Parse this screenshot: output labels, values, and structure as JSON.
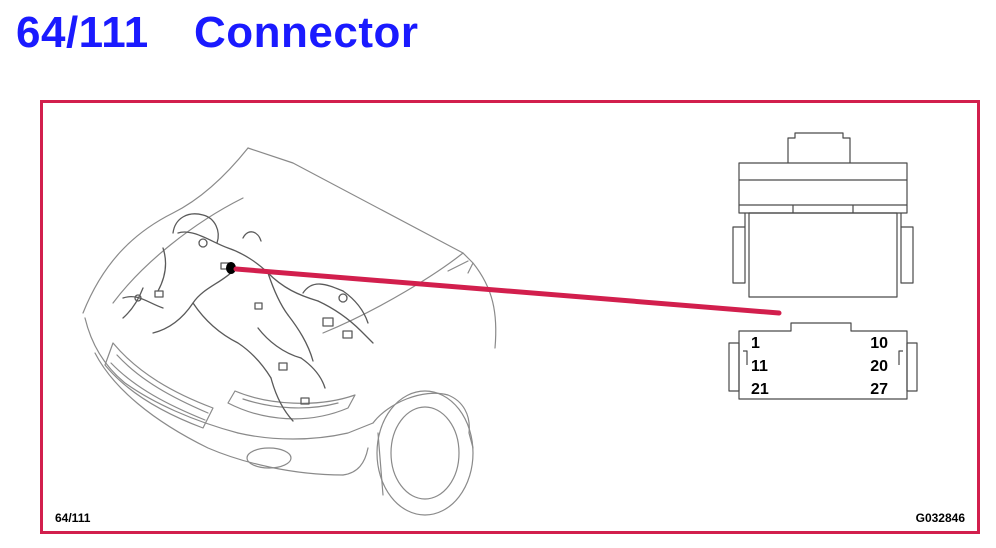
{
  "header": {
    "number": "64/111",
    "title": "Connector"
  },
  "diagram": {
    "ref_left": "64/111",
    "ref_right": "G032846",
    "pins": {
      "top_left": "1",
      "top_right": "10",
      "mid_left": "11",
      "mid_right": "20",
      "bot_left": "21",
      "bot_right": "27"
    }
  },
  "colors": {
    "title": "#1a1aff",
    "frame": "#d21f4d",
    "pointer": "#d21f4d",
    "lines": "#8a8a8a"
  }
}
